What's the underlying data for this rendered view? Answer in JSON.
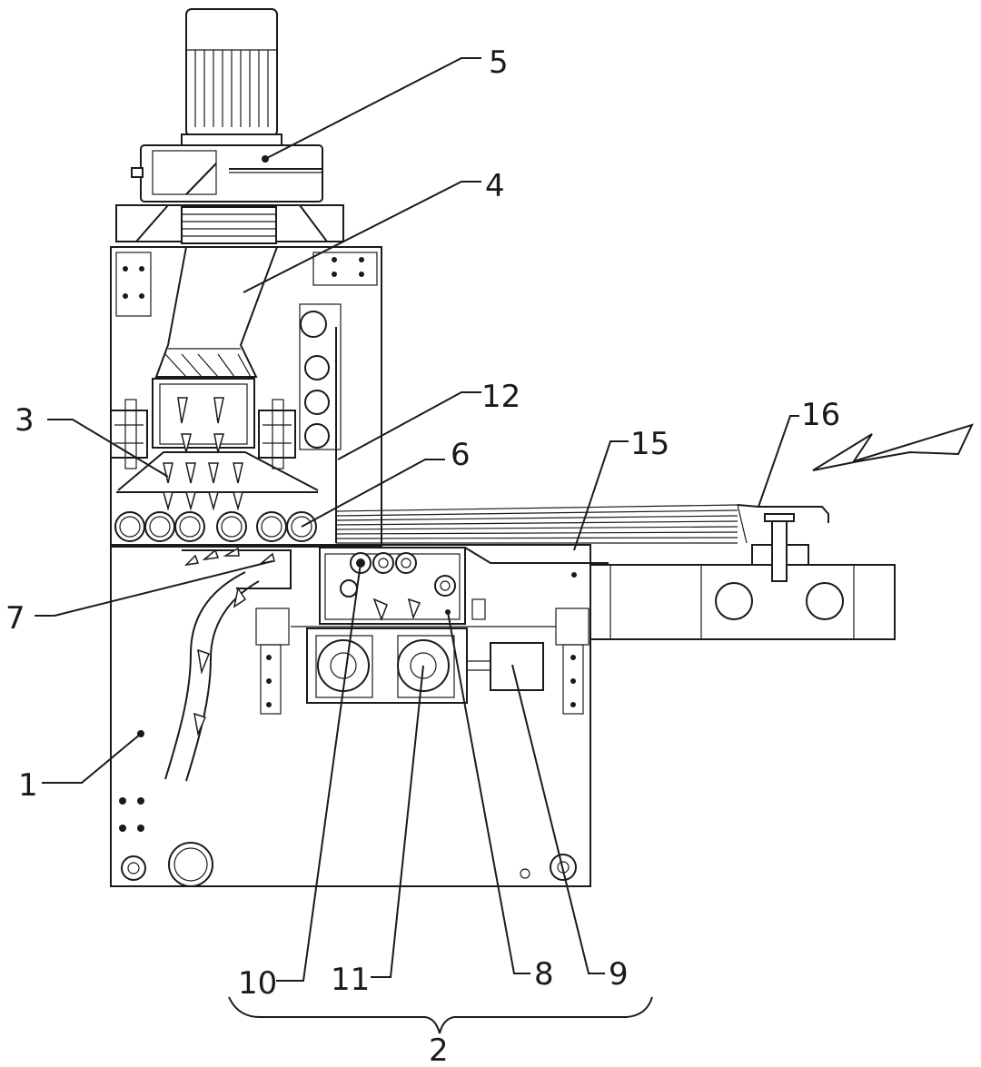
{
  "labels": {
    "l1": "1",
    "l2": "2",
    "l3": "3",
    "l4": "4",
    "l5": "5",
    "l6": "6",
    "l7": "7",
    "l8": "8",
    "l9": "9",
    "l10": "10",
    "l11": "11",
    "l12": "12",
    "l15": "15",
    "l16": "16"
  },
  "colors": {
    "line": "#1a1a1a",
    "background": "#ffffff"
  }
}
